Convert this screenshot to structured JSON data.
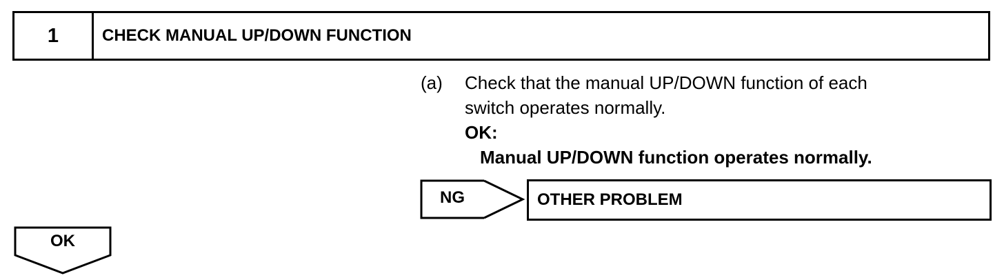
{
  "step": {
    "number": "1",
    "title": "CHECK MANUAL UP/DOWN FUNCTION"
  },
  "instruction": {
    "marker": "(a)",
    "text_line1": "Check that the manual UP/DOWN function of each",
    "text_line2": "switch operates normally.",
    "ok_label": "OK:",
    "ok_criteria": "Manual UP/DOWN function operates normally."
  },
  "ng_branch": {
    "label": "NG",
    "result": "OTHER PROBLEM"
  },
  "ok_branch": {
    "label": "OK"
  }
}
